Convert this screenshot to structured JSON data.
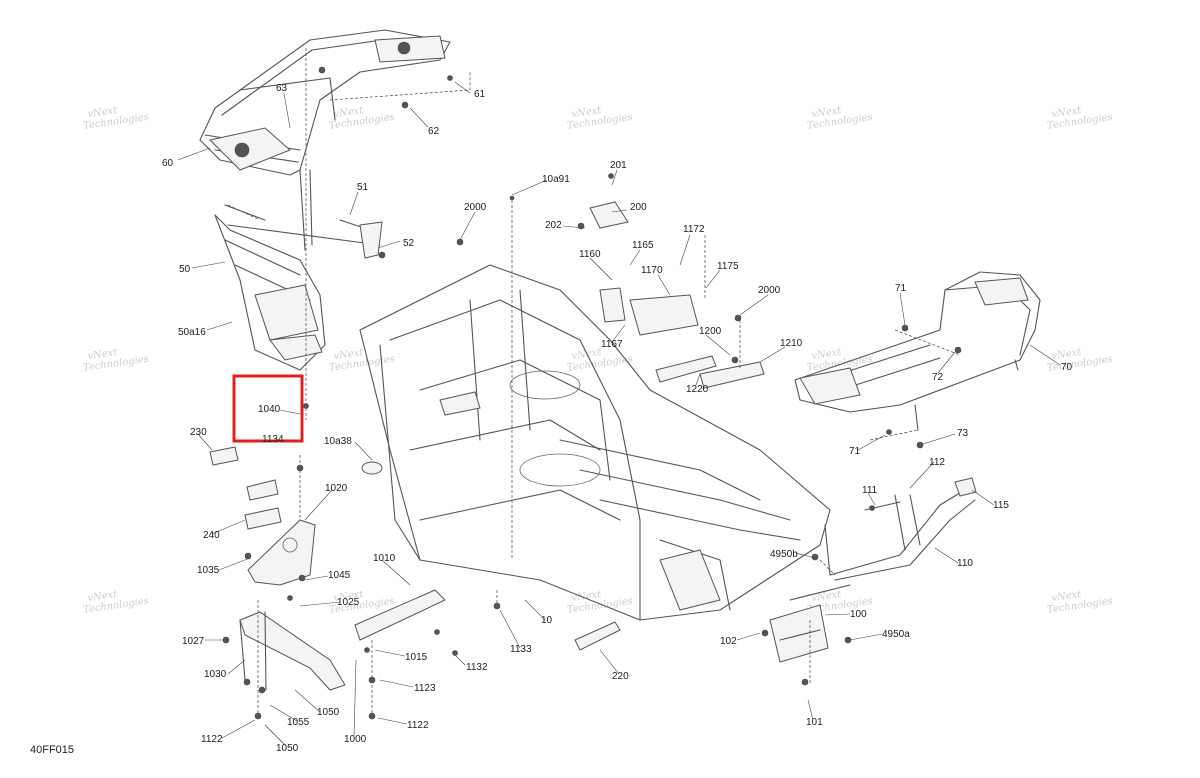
{
  "diagram_code": "40FF015",
  "watermark": {
    "line1": "vNext",
    "line2": "Technologies"
  },
  "highlight": {
    "label": "1040",
    "color": "#e02020"
  },
  "callouts": {
    "c63": "63",
    "c61": "61",
    "c62": "62",
    "c60": "60",
    "c51": "51",
    "c52": "52",
    "c50": "50",
    "c50a16": "50a16",
    "c10a91": "10a91",
    "c2000a": "2000",
    "c201": "201",
    "c200": "200",
    "c202": "202",
    "c1165": "1165",
    "c1160": "1160",
    "c1172": "1172",
    "c1170": "1170",
    "c1175": "1175",
    "c1167": "1167",
    "c2000b": "2000",
    "c1200": "1200",
    "c1210": "1210",
    "c1220": "1220",
    "c71a": "71",
    "c72": "72",
    "c70": "70",
    "c71b": "71",
    "c73": "73",
    "c1040": "1040",
    "c230": "230",
    "c1134": "1134",
    "c10a38": "10a38",
    "c112": "112",
    "c111": "111",
    "c115": "115",
    "c1020": "1020",
    "c240": "240",
    "c4950b": "4950b",
    "c110": "110",
    "c1010": "1010",
    "c1035": "1035",
    "c1045": "1045",
    "c1025": "1025",
    "c100": "100",
    "c4950a": "4950a",
    "c10": "10",
    "c1027": "1027",
    "c1015": "1015",
    "c1132": "1132",
    "c1133": "1133",
    "c102": "102",
    "c220": "220",
    "c1030": "1030",
    "c1123": "1123",
    "c1050a": "1050",
    "c1055": "1055",
    "c1122a": "1122",
    "c1122b": "1122",
    "c1000": "1000",
    "c1050b": "1050",
    "c101": "101"
  }
}
